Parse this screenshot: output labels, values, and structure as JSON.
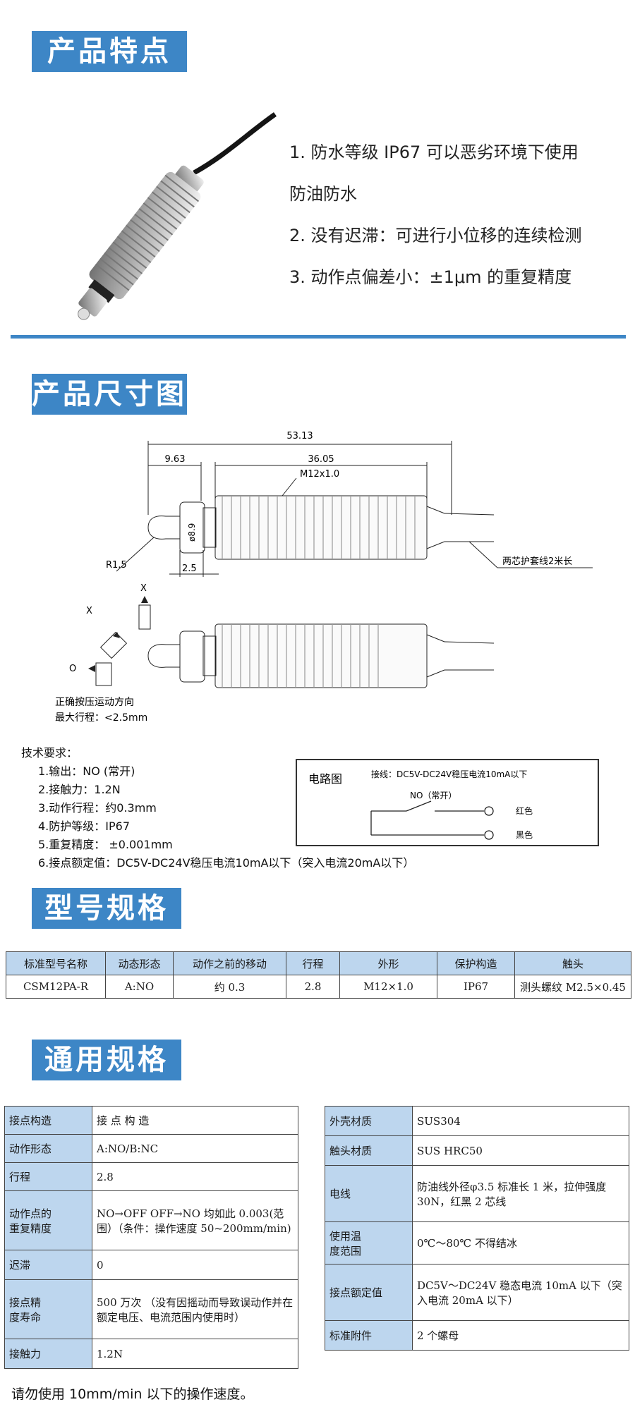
{
  "sections": {
    "features": "产品特点",
    "dimensions": "产品尺寸图",
    "model": "型号规格",
    "general": "通用规格"
  },
  "features": [
    "1. 防水等级 IP67 可以恶劣环境下使用",
    "防油防水",
    "2. 没有迟滞：可进行小位移的连续检测",
    "3. 动作点偏差小：±1μm 的重复精度"
  ],
  "drawing": {
    "dim_total": "53.13",
    "dim_head": "9.63",
    "dim_body": "36.05",
    "thread": "M12x1.0",
    "radius": "R1.5",
    "dia": "ø8.9",
    "dim_tip": "2.5",
    "cable_label": "两芯护套线2米长",
    "dir_x1": "X",
    "dir_x2": "X",
    "dir_o": "O",
    "direction_note": "正确按压运动方向",
    "max_stroke": "最大行程：<2.5mm"
  },
  "tech": {
    "title": "技术要求：",
    "items": [
      "1.输出：NO (常开)",
      "2.接触力：1.2N",
      "3.动作行程：约0.3mm",
      "4.防护等级：IP67",
      "5.重复精度：  ±0.001mm",
      "6.接点额定值：DC5V-DC24V稳压电流10mA以下（突入电流20mA以下）"
    ]
  },
  "circuit": {
    "title": "电路图",
    "wiring": "接线：DC5V-DC24V稳压电流10mA以下",
    "no_label": "NO（常开）",
    "red": "红色",
    "black": "黑色"
  },
  "model_table": {
    "headers": [
      "标准型号名称",
      "动态形态",
      "动作之前的移动",
      "行程",
      "外形",
      "保护构造",
      "触头"
    ],
    "row": [
      "CSM12PA-R",
      "A:NO",
      "约 0.3",
      "2.8",
      "M12×1.0",
      "IP67",
      "测头螺纹  M2.5×0.45"
    ]
  },
  "spec_left": [
    {
      "key": "接点构造",
      "value": "接 点 构 造"
    },
    {
      "key": "动作形态",
      "value": "A:NO/B:NC"
    },
    {
      "key": "行程",
      "value": "2.8"
    },
    {
      "key_lines": [
        "动作点的",
        "重复精度"
      ],
      "value": "NO→OFF OFF→NO 均如此 0.003(范围）（条件：操作速度 50~200mm/min)"
    },
    {
      "key": "迟滞",
      "value": "0"
    },
    {
      "key_lines": [
        "接点精",
        "度寿命"
      ],
      "value": "500 万次 （没有因摇动而导致误动作并在额定电压、电流范围内使用时）"
    },
    {
      "key": "接触力",
      "value": "1.2N"
    }
  ],
  "spec_right": [
    {
      "key": "外壳材质",
      "value": "SUS304"
    },
    {
      "key": "触头材质",
      "value": "SUS HRC50"
    },
    {
      "key": "电线",
      "value": "防油线外径φ3.5 标准长 1 米，拉伸强度 30N，红黑 2 芯线"
    },
    {
      "key_lines": [
        "使用温",
        "度范围"
      ],
      "value": "0℃～80℃  不得结冰"
    },
    {
      "key": "接点额定值",
      "value": "DC5V～DC24V 稳态电流 10mA 以下（突入电流 20mA 以下）"
    },
    {
      "key": "标准附件",
      "value": "2 个螺母"
    }
  ],
  "note": "请勿使用 10mm/min 以下的操作速度。",
  "colors": {
    "accent": "#3d86c6",
    "table_header": "#bdd6ee"
  }
}
